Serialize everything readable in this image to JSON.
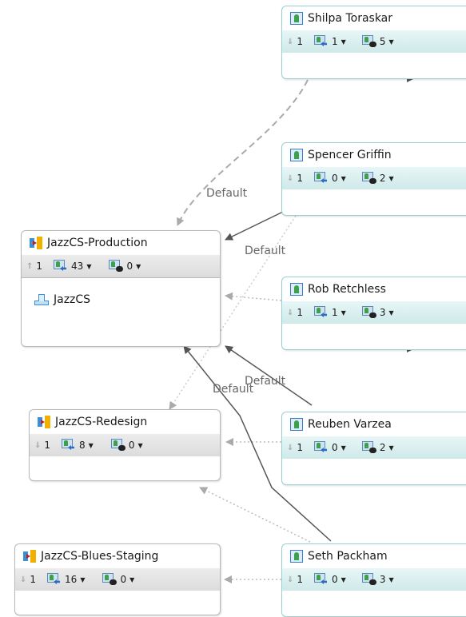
{
  "edge_label": "Default",
  "streams": [
    {
      "id": "prod",
      "name": "JazzCS-Production",
      "change_icon": "⇑",
      "changes": "1",
      "incoming": "43",
      "outgoing": "0",
      "component": "JazzCS"
    },
    {
      "id": "redesign",
      "name": "JazzCS-Redesign",
      "change_icon": "⇓",
      "changes": "1",
      "incoming": "8",
      "outgoing": "0"
    },
    {
      "id": "blues",
      "name": "JazzCS-Blues-Staging",
      "change_icon": "⇓",
      "changes": "1",
      "incoming": "16",
      "outgoing": "0"
    }
  ],
  "workspaces": [
    {
      "name": "Shilpa Toraskar",
      "changes": "1",
      "incoming": "1",
      "outgoing": "5"
    },
    {
      "name": "Spencer Griffin",
      "changes": "1",
      "incoming": "0",
      "outgoing": "2"
    },
    {
      "name": "Rob Retchless",
      "changes": "1",
      "incoming": "1",
      "outgoing": "3"
    },
    {
      "name": "Reuben Varzea",
      "changes": "1",
      "incoming": "0",
      "outgoing": "2"
    },
    {
      "name": "Seth Packham",
      "changes": "1",
      "incoming": "0",
      "outgoing": "3"
    }
  ],
  "icons": {
    "stream": "stream-icon",
    "workspace": "repository-workspace-icon",
    "incoming": "incoming-changes-icon",
    "outgoing": "outgoing-changes-icon",
    "component": "component-icon",
    "dropdown": "chevron-down-icon"
  }
}
